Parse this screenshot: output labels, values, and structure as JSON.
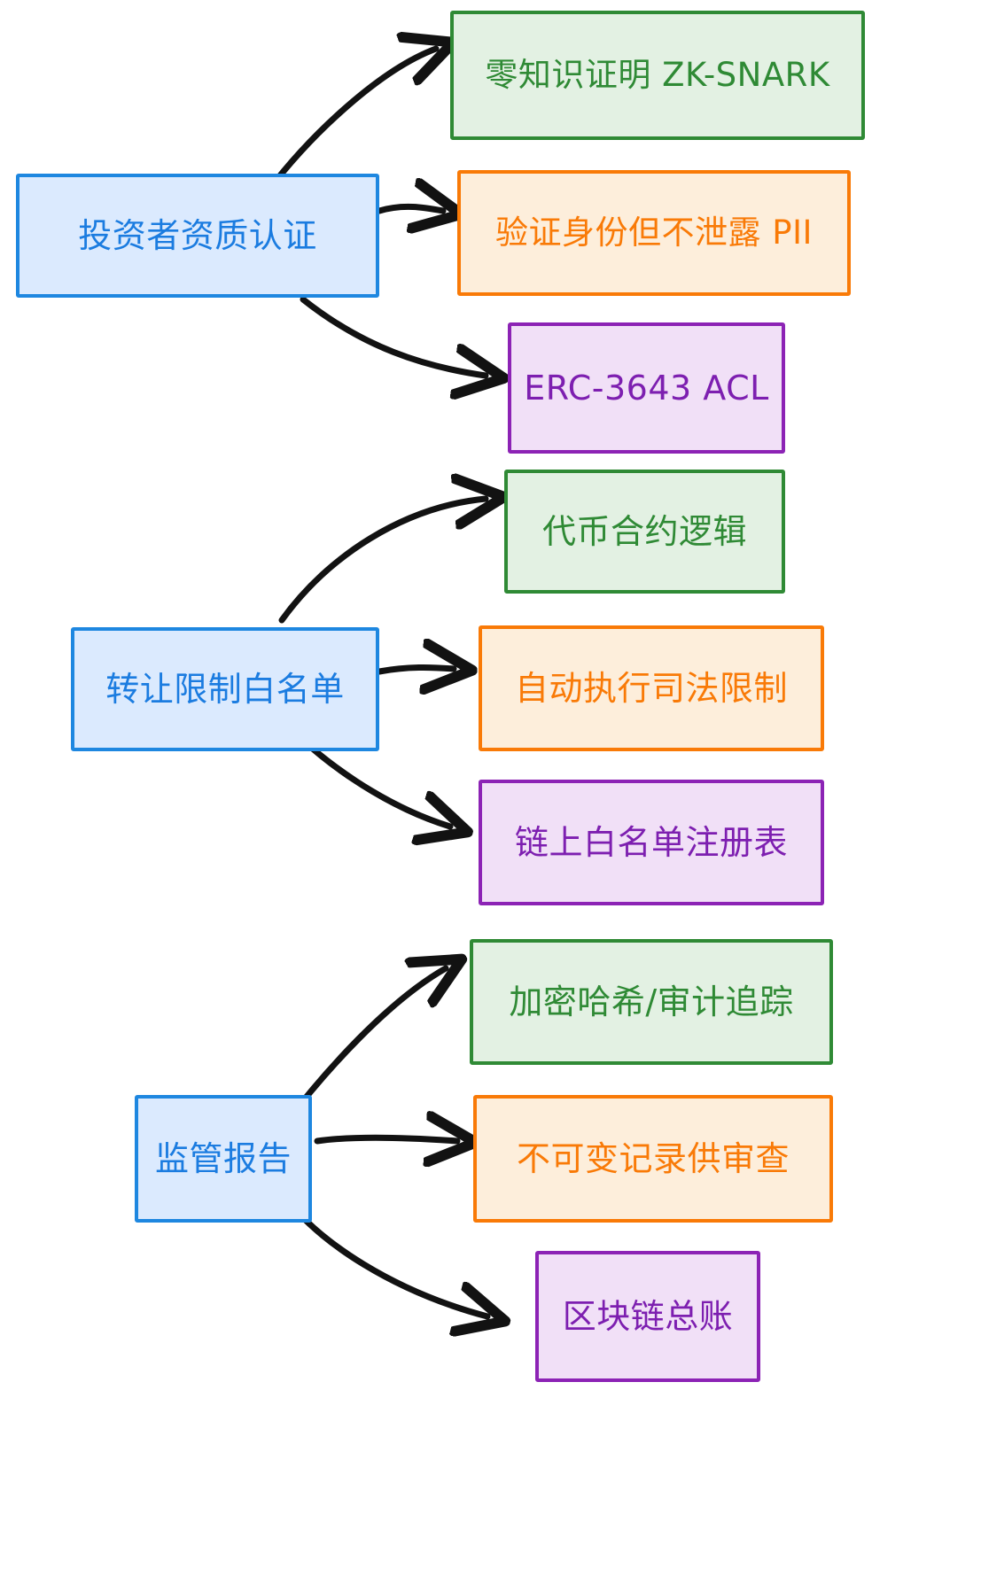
{
  "diagram": {
    "title": "",
    "type": "flowchart",
    "palette": {
      "blue_fill": "#dbeafe",
      "blue_stroke": "#1e87e0",
      "green_fill": "#e3f1e3",
      "green_stroke": "#2f8a35",
      "orange_fill": "#fdeedb",
      "orange_stroke": "#f97a07",
      "purple_fill": "#f1e0f7",
      "purple_stroke": "#8c23b5",
      "arrow": "#121212",
      "background": "#ffffff"
    },
    "groups": [
      {
        "id": "group-1",
        "source": {
          "id": "node-investor-accreditation",
          "text": "投资者资质认证",
          "color": "blue"
        },
        "targets": [
          {
            "id": "node-zk-snark",
            "text": "零知识证明 ZK-SNARK",
            "color": "green"
          },
          {
            "id": "node-verify-identity",
            "text": "验证身份但不泄露 PII",
            "color": "orange"
          },
          {
            "id": "node-erc-3643-acl",
            "text": "ERC-3643 ACL",
            "color": "purple"
          }
        ]
      },
      {
        "id": "group-2",
        "source": {
          "id": "node-transfer-whitelist",
          "text": "转让限制白名单",
          "color": "blue"
        },
        "targets": [
          {
            "id": "node-token-contract-logic",
            "text": "代币合约逻辑",
            "color": "green"
          },
          {
            "id": "node-auto-enforce-legal",
            "text": "自动执行司法限制",
            "color": "orange"
          },
          {
            "id": "node-onchain-whitelist-registry",
            "text": "链上白名单注册表",
            "color": "purple"
          }
        ]
      },
      {
        "id": "group-3",
        "source": {
          "id": "node-regulatory-report",
          "text": "监管报告",
          "color": "blue"
        },
        "targets": [
          {
            "id": "node-crypto-hash-audit",
            "text": "加密哈希/审计追踪",
            "color": "green"
          },
          {
            "id": "node-immutable-record",
            "text": "不可变记录供审查",
            "color": "orange"
          },
          {
            "id": "node-blockchain-ledger",
            "text": "区块链总账",
            "color": "purple"
          }
        ]
      }
    ],
    "edges": [
      {
        "id": "edge-investor-to-zk",
        "from": "node-investor-accreditation",
        "to": "node-zk-snark"
      },
      {
        "id": "edge-investor-to-verify",
        "from": "node-investor-accreditation",
        "to": "node-verify-identity"
      },
      {
        "id": "edge-investor-to-erc",
        "from": "node-investor-accreditation",
        "to": "node-erc-3643-acl"
      },
      {
        "id": "edge-whitelist-to-token",
        "from": "node-transfer-whitelist",
        "to": "node-token-contract-logic"
      },
      {
        "id": "edge-whitelist-to-auto",
        "from": "node-transfer-whitelist",
        "to": "node-auto-enforce-legal"
      },
      {
        "id": "edge-whitelist-to-registry",
        "from": "node-transfer-whitelist",
        "to": "node-onchain-whitelist-registry"
      },
      {
        "id": "edge-report-to-hash",
        "from": "node-regulatory-report",
        "to": "node-crypto-hash-audit"
      },
      {
        "id": "edge-report-to-immutable",
        "from": "node-regulatory-report",
        "to": "node-immutable-record"
      },
      {
        "id": "edge-report-to-ledger",
        "from": "node-regulatory-report",
        "to": "node-blockchain-ledger"
      }
    ]
  }
}
